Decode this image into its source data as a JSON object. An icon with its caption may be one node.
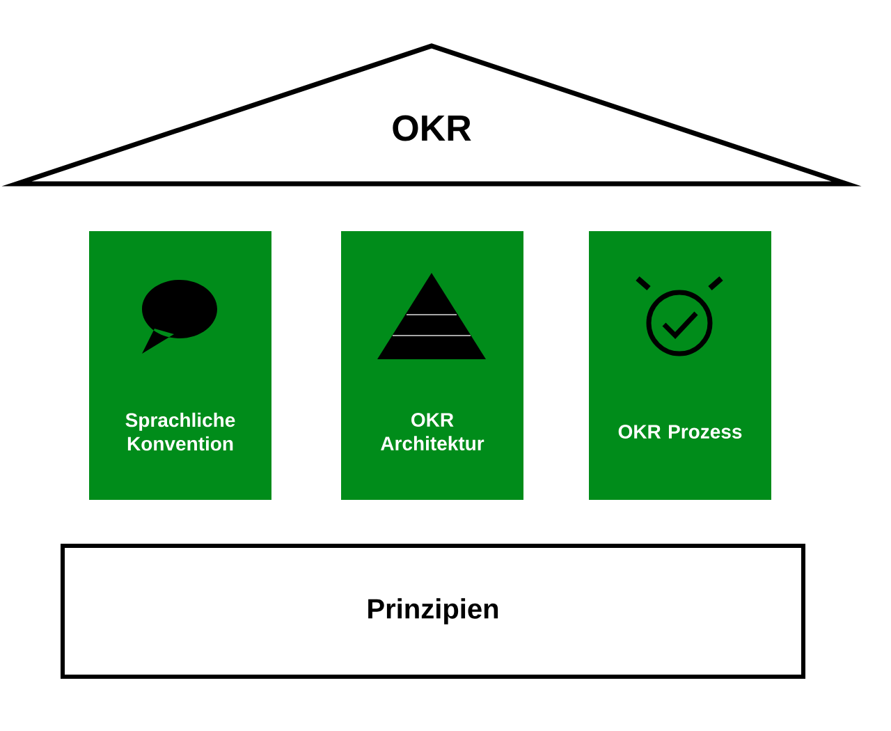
{
  "diagram": {
    "nodes": [
      {
        "text": [
          "OKR"
        ]
      },
      {
        "text": [
          "Sprachliche Konvention"
        ]
      },
      {
        "text": [
          "OKR Architektur"
        ]
      },
      {
        "text": [
          "OKR Prozess"
        ]
      },
      {
        "text": [
          "Prinzipien"
        ]
      }
    ]
  }
}
